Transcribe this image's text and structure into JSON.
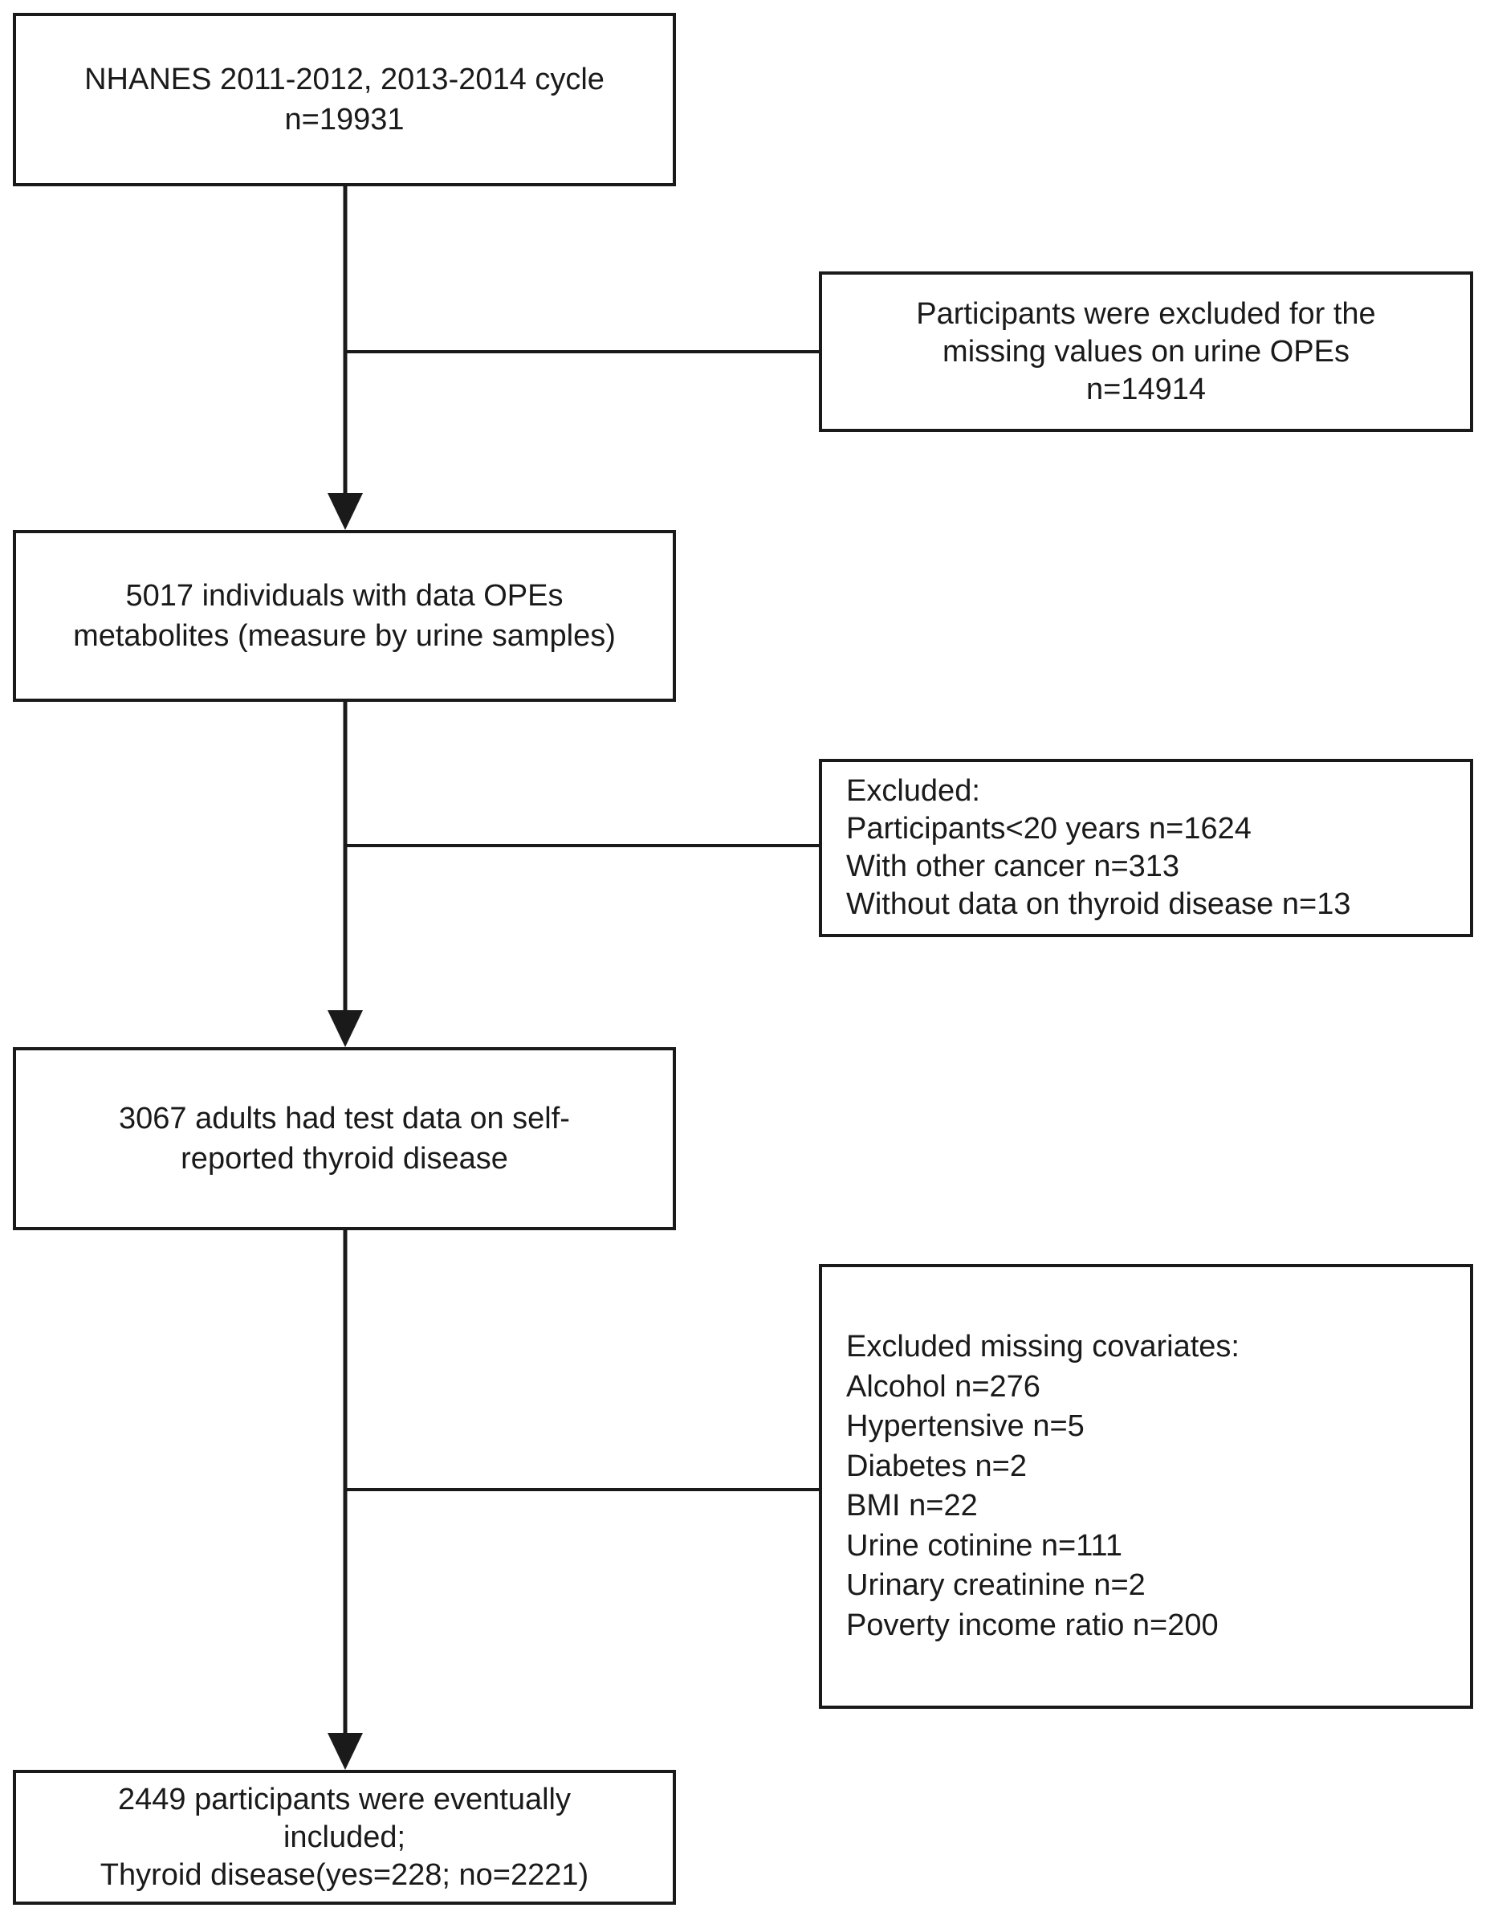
{
  "flowchart": {
    "main_boxes": [
      {
        "id": "nhanes",
        "lines": [
          "NHANES 2011-2012, 2013-2014 cycle",
          "n=19931"
        ]
      },
      {
        "id": "opes",
        "lines": [
          "5017 individuals with data OPEs",
          "metabolites (measure by urine samples)"
        ]
      },
      {
        "id": "adults",
        "lines": [
          "3067 adults had test data on self-",
          "reported thyroid disease"
        ]
      },
      {
        "id": "final",
        "lines": [
          "2449 participants were eventually",
          "included;",
          "Thyroid disease(yes=228; no=2221)"
        ]
      }
    ],
    "exclusion_boxes": [
      {
        "id": "excl-urine",
        "lines": [
          "Participants were excluded for the",
          "missing values on urine OPEs",
          "n=14914"
        ]
      },
      {
        "id": "excl-age",
        "lines": [
          "Excluded:",
          "Participants<20 years n=1624",
          "With other cancer n=313",
          "Without data on thyroid disease n=13"
        ]
      },
      {
        "id": "excl-covariates",
        "lines": [
          "Excluded missing covariates:",
          "Alcohol n=276",
          "Hypertensive n=5",
          "Diabetes n=2",
          "BMI n=22",
          "Urine cotinine n=111",
          "Urinary creatinine n=2",
          "Poverty income ratio n=200"
        ]
      }
    ]
  }
}
